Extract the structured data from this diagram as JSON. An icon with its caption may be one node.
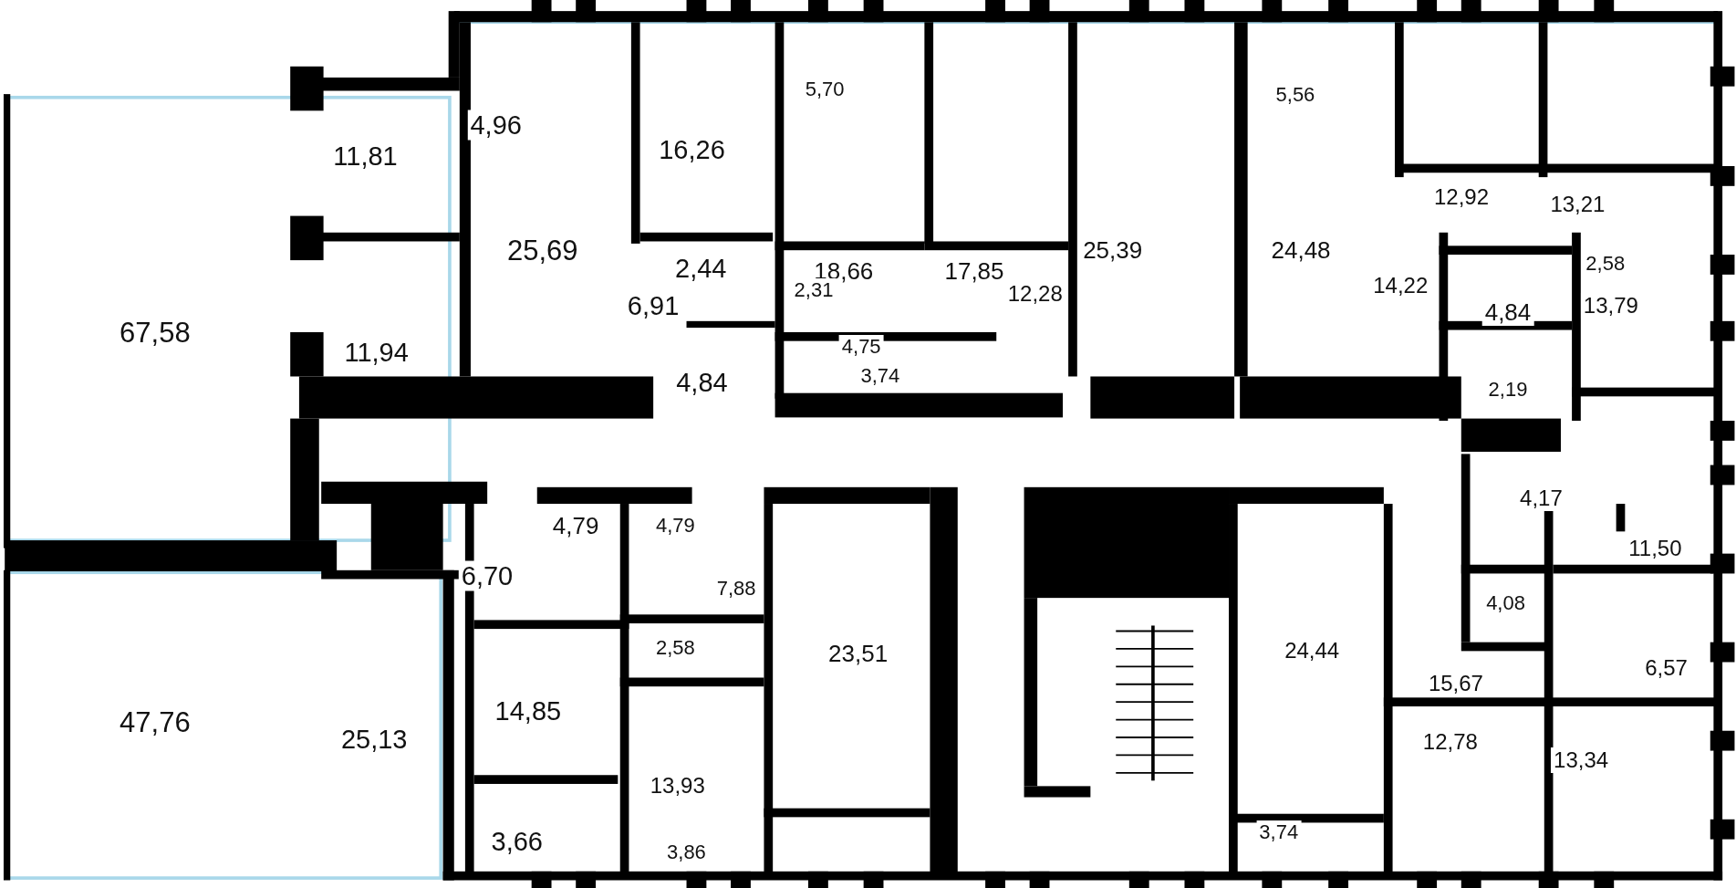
{
  "diagram": {
    "labels": [
      "4,96",
      "16,26",
      "5,70",
      "5,56",
      "11,81",
      "25,69",
      "18,66",
      "17,85",
      "25,39",
      "24,48",
      "12,92",
      "13,21",
      "14,22",
      "2,58",
      "2,44",
      "2,31",
      "12,28",
      "6,91",
      "4,84",
      "13,79",
      "67,58",
      "11,94",
      "4,84",
      "4,75",
      "3,74",
      "2,19",
      "4,17",
      "11,50",
      "4,79",
      "4,79",
      "6,70",
      "7,88",
      "4,08",
      "2,58",
      "23,51",
      "24,44",
      "15,67",
      "6,57",
      "14,85",
      "25,13",
      "47,76",
      "13,93",
      "12,78",
      "13,34",
      "3,66",
      "3,86",
      "3,74"
    ]
  }
}
